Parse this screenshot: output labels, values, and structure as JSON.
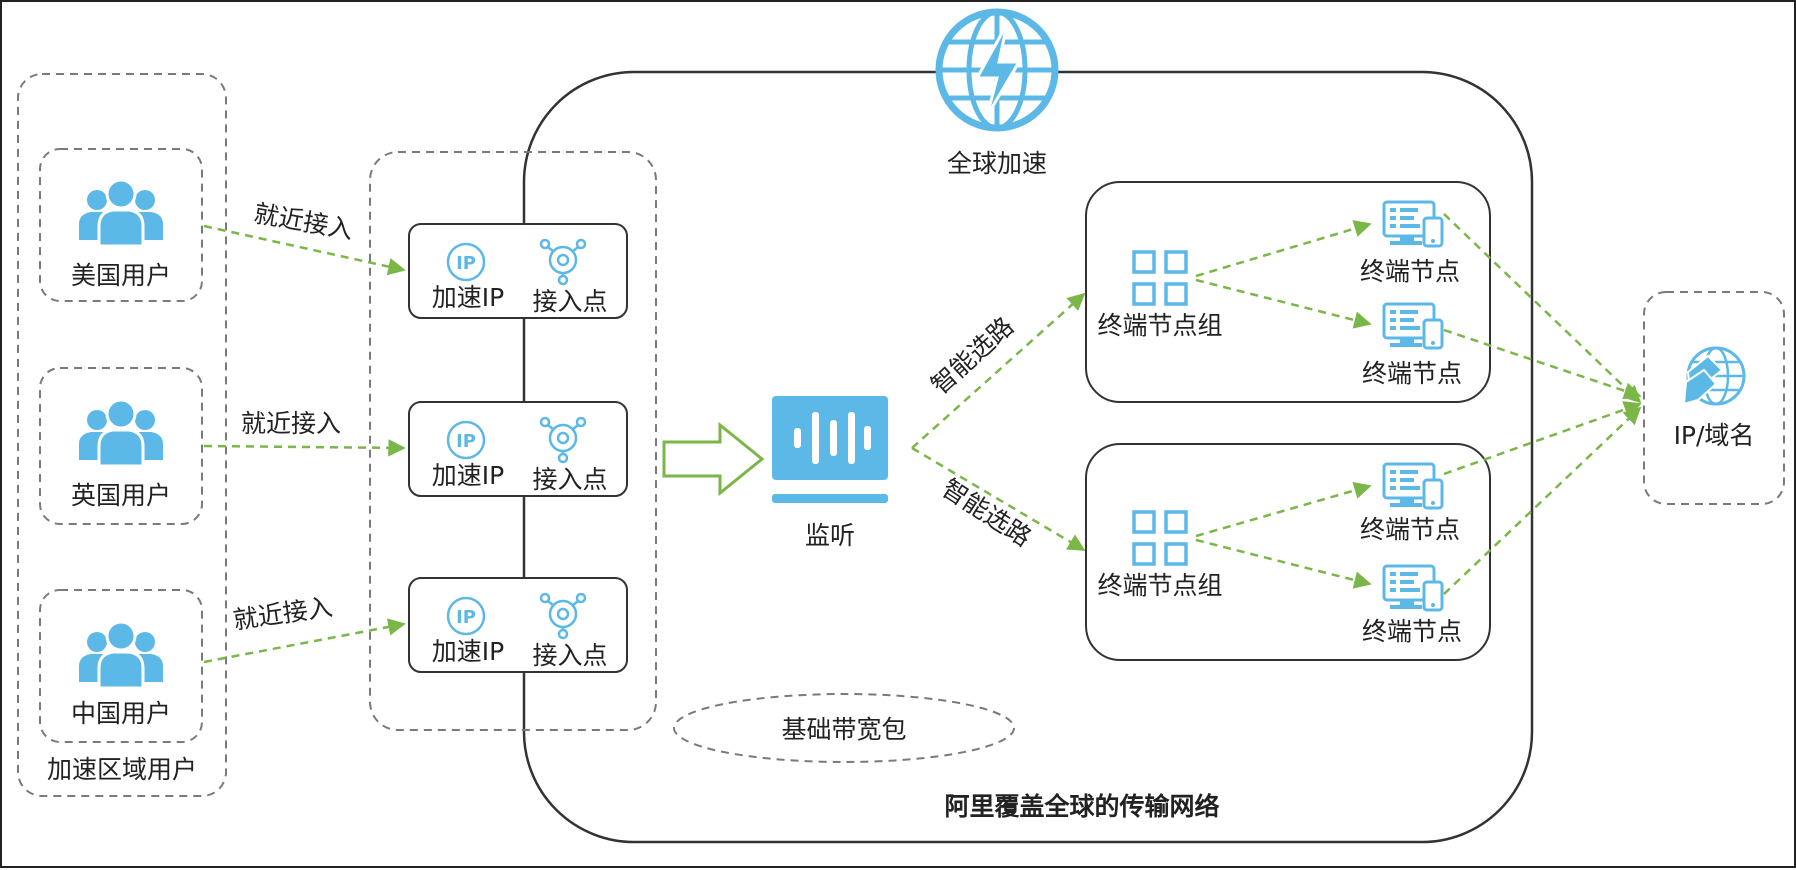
{
  "regions": {
    "users_group_label": "加速区域用户",
    "network_label": "阿里覆盖全球的传输网络",
    "global_accel_label": "全球加速",
    "bandwidth_label": "基础带宽包"
  },
  "users": [
    {
      "label": "美国用户",
      "link_label": "就近接入"
    },
    {
      "label": "英国用户",
      "link_label": "就近接入"
    },
    {
      "label": "中国用户",
      "link_label": "就近接入"
    }
  ],
  "access": {
    "ip_badge": "IP",
    "accel_ip_label": "加速IP",
    "access_point_label": "接入点"
  },
  "listener": {
    "label": "监听"
  },
  "routing": {
    "label": "智能选路"
  },
  "endpoint_groups": [
    {
      "label": "终端节点组",
      "nodes": [
        "终端节点",
        "终端节点"
      ]
    },
    {
      "label": "终端节点组",
      "nodes": [
        "终端节点",
        "终端节点"
      ]
    }
  ],
  "target": {
    "label": "IP/域名"
  },
  "colors": {
    "icon_blue": "#5cb8e6",
    "arrow_green": "#7ab648",
    "frame": "#555555",
    "dash": "#7a7a7a"
  }
}
